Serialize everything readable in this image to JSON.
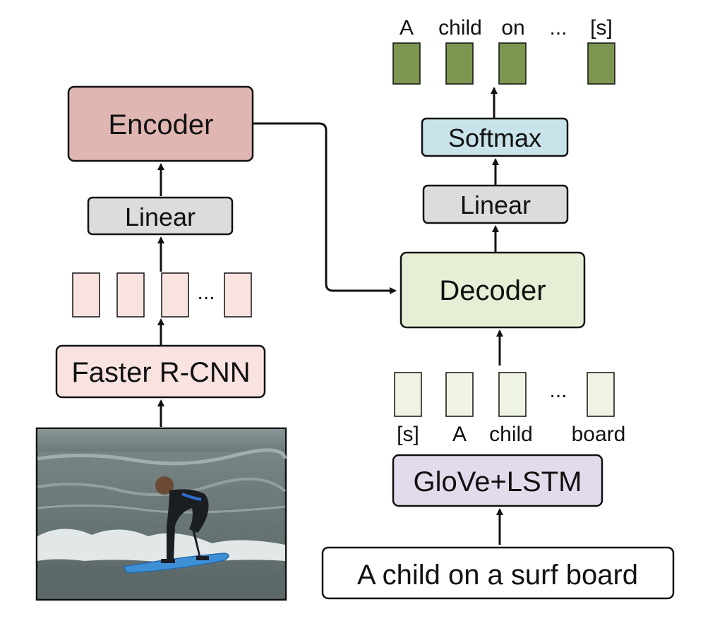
{
  "left_branch": {
    "encoder_label": "Encoder",
    "linear_label": "Linear",
    "ellipsis": "...",
    "detector_label": "Faster R-CNN",
    "input_image": "photo-of-child-surfing"
  },
  "right_branch": {
    "output_tokens": [
      "A",
      "child",
      "on",
      "[s]"
    ],
    "output_ellipsis": "...",
    "softmax_label": "Softmax",
    "linear_label": "Linear",
    "decoder_label": "Decoder",
    "input_tokens": [
      "[s]",
      "A",
      "child",
      "board"
    ],
    "input_ellipsis": "...",
    "embedding_label": "GloVe+LSTM",
    "caption_text": "A child on a surf board"
  },
  "colors": {
    "encoder_fill": "#e0b6b3",
    "linear_fill": "#dcdcdc",
    "feature_fill": "#f9e3e1",
    "detector_fill": "#f9e3e1",
    "softmax_fill": "#c9e3ea",
    "decoder_fill": "#e5efd6",
    "output_token_fill": "#7c9650",
    "input_token_fill": "#eef3e3",
    "embedding_fill": "#e3dbeb",
    "caption_fill": "#ffffff"
  }
}
